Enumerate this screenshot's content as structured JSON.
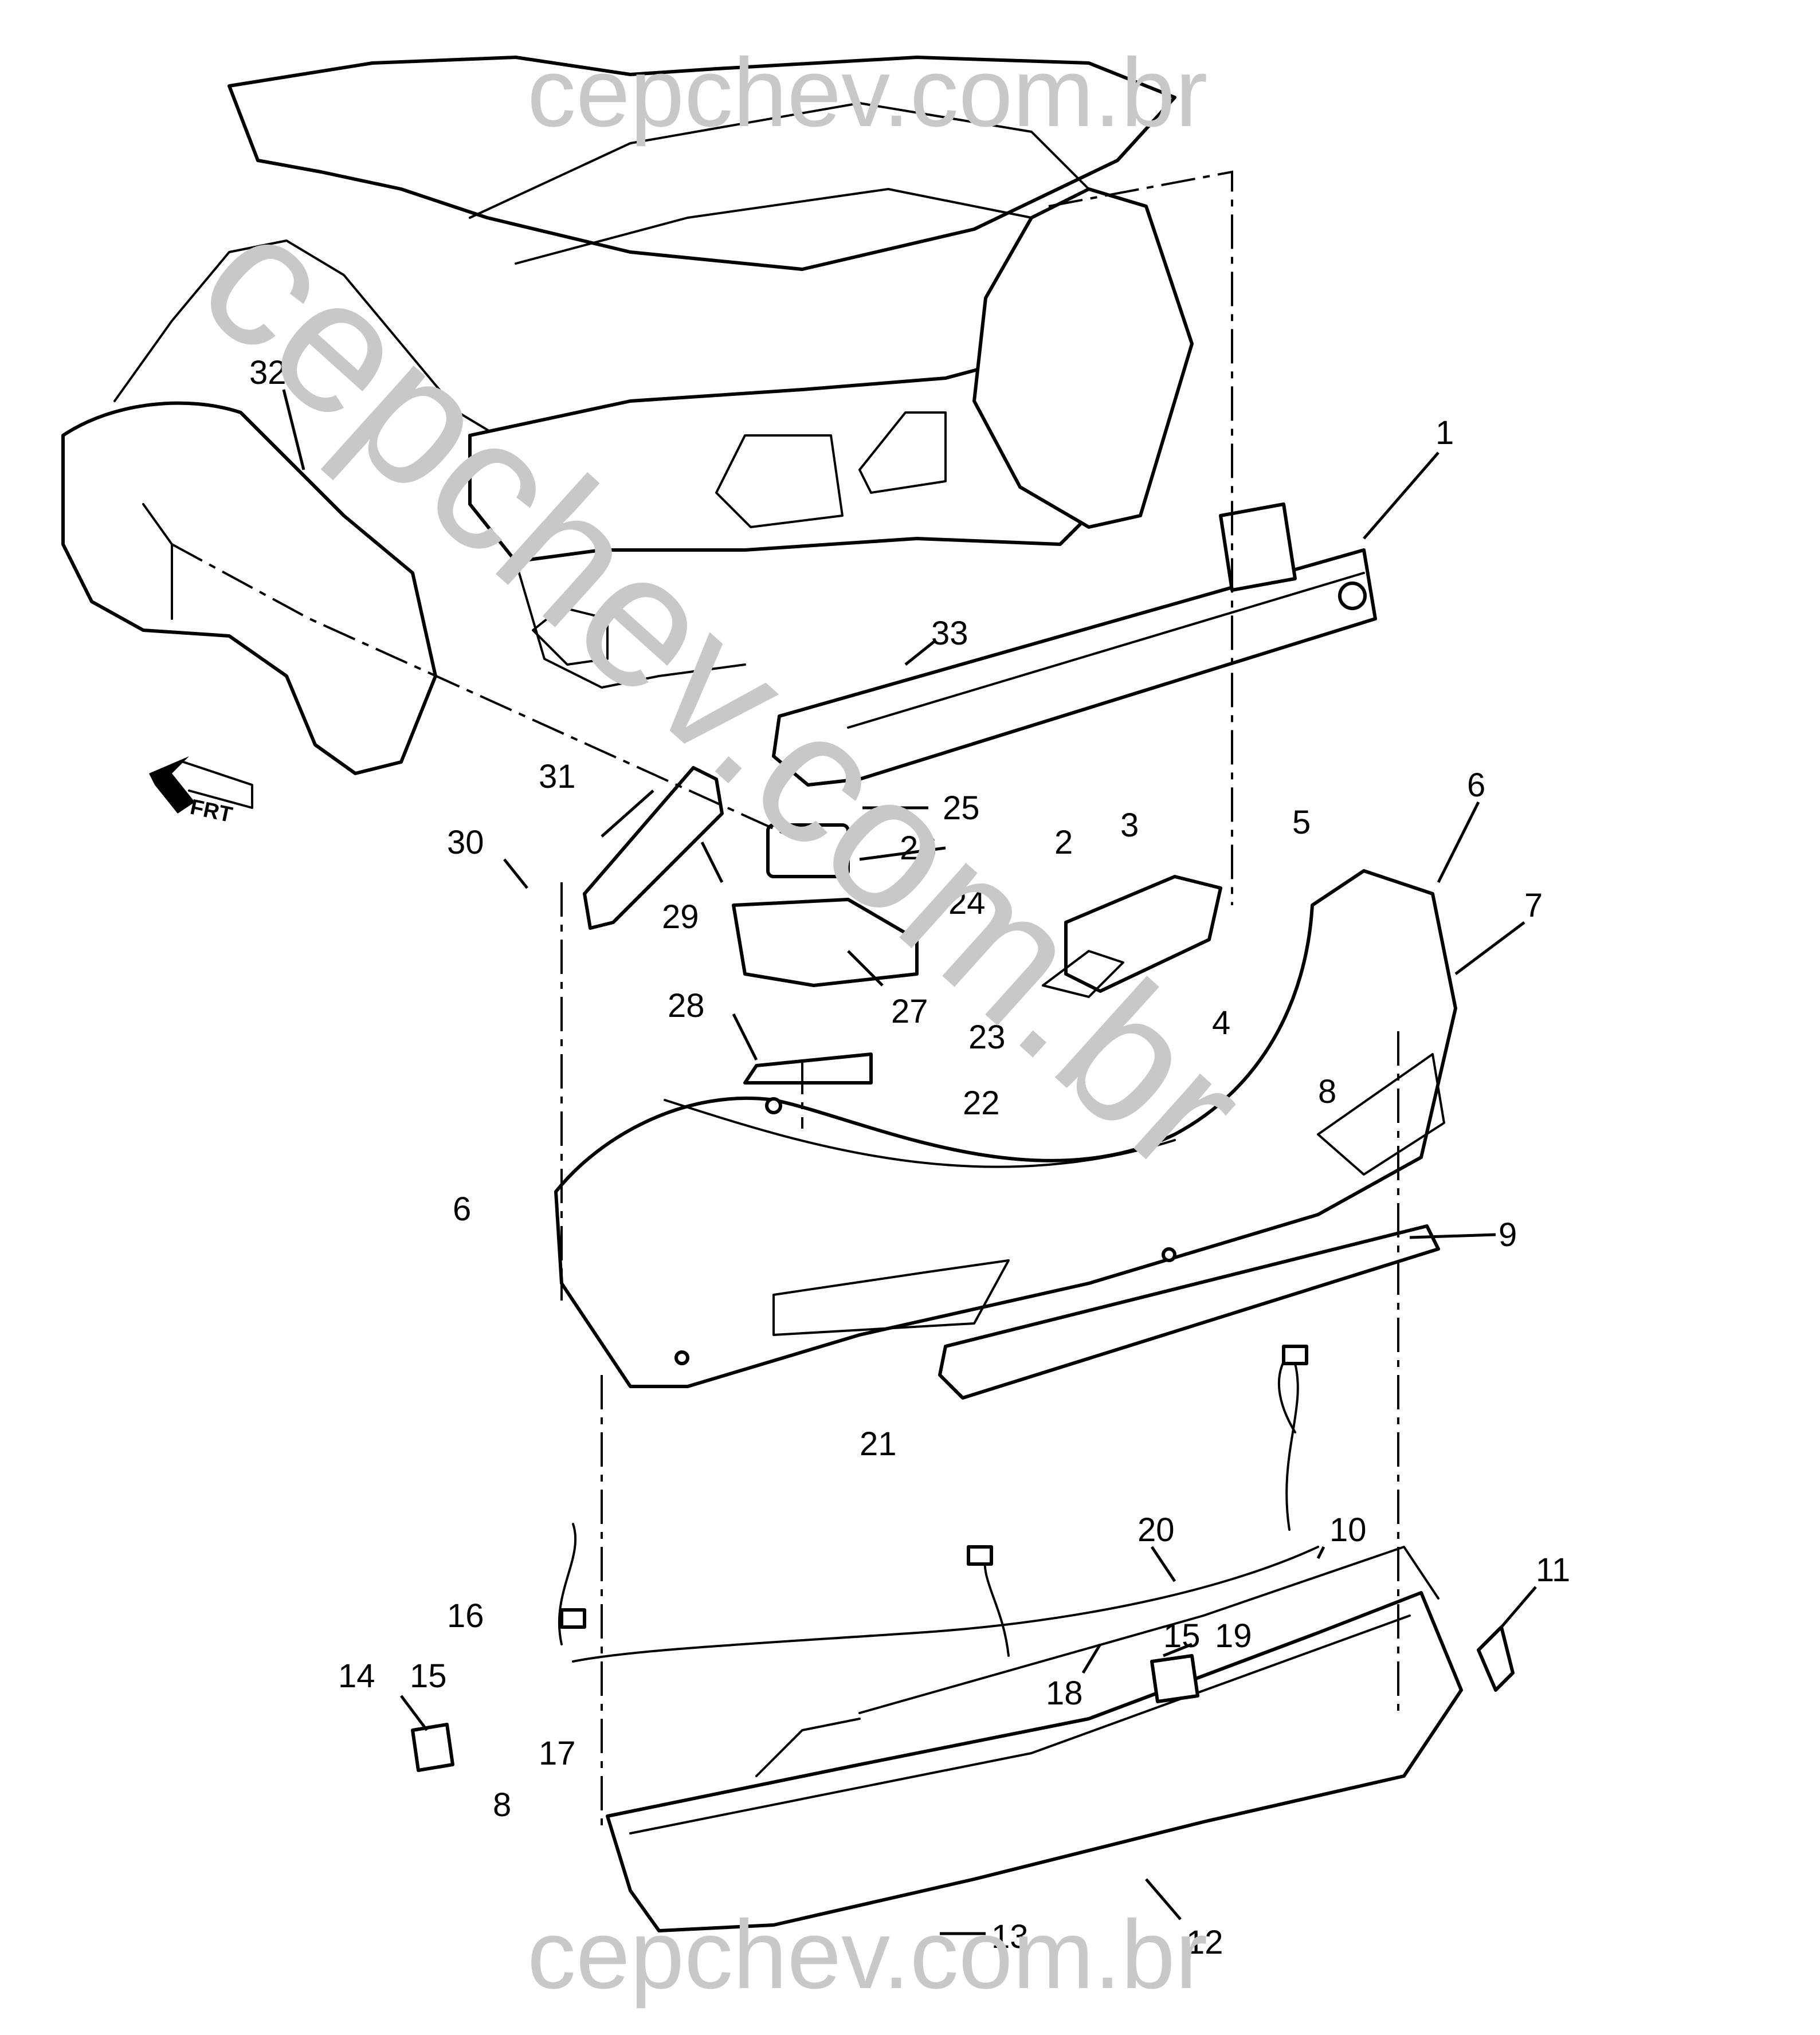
{
  "watermark": {
    "top": "cepchev.com.br",
    "diagonal": "cepchev.com.br",
    "bottom": "cepchev.com.br",
    "color": "#c8c8c8"
  },
  "direction_indicator": {
    "label": "FRT",
    "icon": "front-arrow-icon"
  },
  "callouts": [
    "1",
    "2",
    "3",
    "4",
    "5",
    "6",
    "6",
    "7",
    "8",
    "8",
    "9",
    "10",
    "11",
    "12",
    "13",
    "14",
    "15",
    "15",
    "16",
    "17",
    "18",
    "19",
    "20",
    "21",
    "22",
    "23",
    "24",
    "25",
    "26",
    "27",
    "28",
    "29",
    "30",
    "31",
    "32",
    "33"
  ]
}
